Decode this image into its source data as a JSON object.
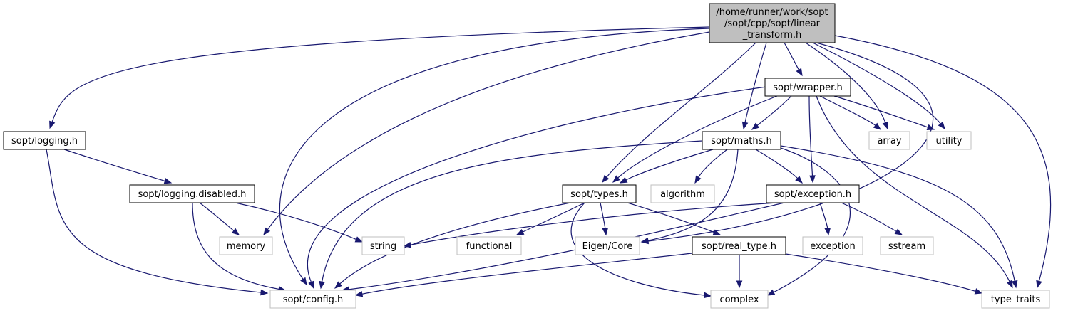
{
  "colors": {
    "edge": "#191970",
    "node_fill_main": "#bfbfbf",
    "node_stroke_main": "#000000",
    "node_stroke_normal": "#000000",
    "node_stroke_system": "#bfbfbf",
    "node_fill": "#ffffff",
    "text_normal": "#000000",
    "text_system": "#555555"
  },
  "nodes": {
    "linear_transform": {
      "lines": [
        "/home/runner/work/sopt",
        "/sopt/cpp/sopt/linear",
        "_transform.h"
      ],
      "kind": "main"
    },
    "logging": {
      "lines": [
        "sopt/logging.h"
      ],
      "kind": "normal"
    },
    "wrapper": {
      "lines": [
        "sopt/wrapper.h"
      ],
      "kind": "normal"
    },
    "maths": {
      "lines": [
        "sopt/maths.h"
      ],
      "kind": "normal"
    },
    "array": {
      "lines": [
        "array"
      ],
      "kind": "system"
    },
    "utility": {
      "lines": [
        "utility"
      ],
      "kind": "system"
    },
    "logging_disabled": {
      "lines": [
        "sopt/logging.disabled.h"
      ],
      "kind": "normal"
    },
    "types": {
      "lines": [
        "sopt/types.h"
      ],
      "kind": "normal"
    },
    "algorithm": {
      "lines": [
        "algorithm"
      ],
      "kind": "system"
    },
    "exception_h": {
      "lines": [
        "sopt/exception.h"
      ],
      "kind": "normal"
    },
    "memory": {
      "lines": [
        "memory"
      ],
      "kind": "system"
    },
    "string": {
      "lines": [
        "string"
      ],
      "kind": "system"
    },
    "functional": {
      "lines": [
        "functional"
      ],
      "kind": "system"
    },
    "eigen_core": {
      "lines": [
        "Eigen/Core"
      ],
      "kind": "system"
    },
    "real_type": {
      "lines": [
        "sopt/real_type.h"
      ],
      "kind": "normal"
    },
    "exception": {
      "lines": [
        "exception"
      ],
      "kind": "system"
    },
    "sstream": {
      "lines": [
        "sstream"
      ],
      "kind": "system"
    },
    "config": {
      "lines": [
        "sopt/config.h"
      ],
      "kind": "system"
    },
    "complex": {
      "lines": [
        "complex"
      ],
      "kind": "system"
    },
    "type_traits": {
      "lines": [
        "type_traits"
      ],
      "kind": "system"
    }
  },
  "edges": [
    [
      "linear_transform",
      "logging"
    ],
    [
      "linear_transform",
      "config"
    ],
    [
      "linear_transform",
      "memory"
    ],
    [
      "linear_transform",
      "types"
    ],
    [
      "linear_transform",
      "maths"
    ],
    [
      "linear_transform",
      "wrapper"
    ],
    [
      "linear_transform",
      "array"
    ],
    [
      "linear_transform",
      "utility"
    ],
    [
      "linear_transform",
      "eigen_core"
    ],
    [
      "linear_transform",
      "type_traits"
    ],
    [
      "logging",
      "logging_disabled"
    ],
    [
      "logging",
      "config"
    ],
    [
      "wrapper",
      "types"
    ],
    [
      "wrapper",
      "maths"
    ],
    [
      "wrapper",
      "array"
    ],
    [
      "wrapper",
      "utility"
    ],
    [
      "wrapper",
      "exception_h"
    ],
    [
      "wrapper",
      "type_traits"
    ],
    [
      "wrapper",
      "config"
    ],
    [
      "maths",
      "types"
    ],
    [
      "maths",
      "algorithm"
    ],
    [
      "maths",
      "exception_h"
    ],
    [
      "maths",
      "eigen_core"
    ],
    [
      "maths",
      "complex"
    ],
    [
      "maths",
      "type_traits"
    ],
    [
      "maths",
      "config"
    ],
    [
      "logging_disabled",
      "memory"
    ],
    [
      "logging_disabled",
      "string"
    ],
    [
      "logging_disabled",
      "config"
    ],
    [
      "types",
      "functional"
    ],
    [
      "types",
      "eigen_core"
    ],
    [
      "types",
      "real_type"
    ],
    [
      "types",
      "complex"
    ],
    [
      "types",
      "config"
    ],
    [
      "exception_h",
      "string"
    ],
    [
      "exception_h",
      "exception"
    ],
    [
      "exception_h",
      "sstream"
    ],
    [
      "exception_h",
      "config"
    ],
    [
      "real_type",
      "config"
    ],
    [
      "real_type",
      "complex"
    ],
    [
      "real_type",
      "type_traits"
    ]
  ]
}
